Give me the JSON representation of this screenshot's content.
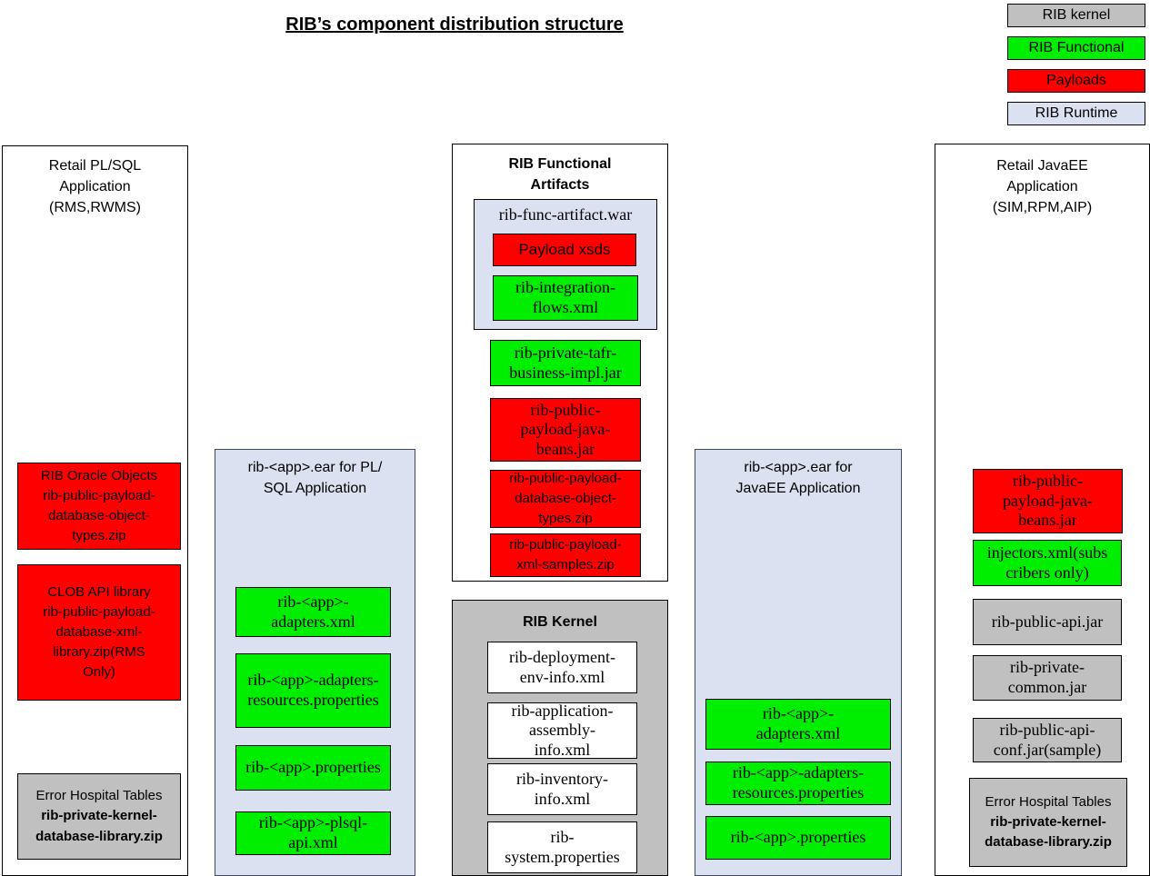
{
  "title": "RIB’s component distribution structure",
  "colors": {
    "kernel": "#c0c0c0",
    "functional": "#00ee00",
    "payloads": "#fe0000",
    "runtime": "#dce1f1",
    "white": "#ffffff"
  },
  "legend": {
    "items": [
      {
        "label": "RIB kernel"
      },
      {
        "label": "RIB Functional"
      },
      {
        "label": "Payloads"
      },
      {
        "label": "RIB Runtime"
      }
    ]
  },
  "plsql_app": {
    "header": "Retail PL/SQL\nApplication\n(RMS,RWMS)",
    "oracle_objects": "RIB Oracle Objects\nrib-public-payload-\ndatabase-object-\ntypes.zip",
    "clob_api": "CLOB API library\nrib-public-payload-\ndatabase-xml-\nlibrary.zip(RMS\nOnly)",
    "error_hospital_title": "Error Hospital Tables",
    "error_hospital_file": "rib-private-kernel-\ndatabase-library.zip"
  },
  "plsql_ear": {
    "header": "rib-<app>.ear for PL/\nSQL Application",
    "items": [
      "rib-<app>-\nadapters.xml",
      "rib-<app>-adapters-\nresources.properties",
      "rib-<app>.properties",
      "rib-<app>-plsql-\napi.xml"
    ]
  },
  "functional_artifacts": {
    "header": "RIB Functional\nArtifacts",
    "war": "rib-func-artifact.war",
    "payload_xsds": "Payload xsds",
    "integration_flows": "rib-integration-\nflows.xml",
    "tafr": "rib-private-tafr-\nbusiness-impl.jar",
    "java_beans": "rib-public-\npayload-java-\nbeans.jar",
    "db_object_types": "rib-public-payload-\ndatabase-object-\ntypes.zip",
    "xml_samples": "rib-public-payload-\nxml-samples.zip"
  },
  "kernel": {
    "header": "RIB Kernel",
    "items": [
      "rib-deployment-\nenv-info.xml",
      "rib-application-\nassembly-\ninfo.xml",
      "rib-inventory-\ninfo.xml",
      "rib-\nsystem.properties"
    ]
  },
  "javaee_ear": {
    "header": "rib-<app>.ear for\nJavaEE Application",
    "items": [
      "rib-<app>-\nadapters.xml",
      "rib-<app>-adapters-\nresources.properties",
      "rib-<app>.properties"
    ]
  },
  "javaee_app": {
    "header": "Retail JavaEE\nApplication\n(SIM,RPM,AIP)",
    "java_beans": "rib-public-\npayload-java-\nbeans.jar",
    "injectors": "injectors.xml(subs\ncribers only)",
    "public_api": "rib-public-api.jar",
    "private_common": "rib-private-\ncommon.jar",
    "api_conf": "rib-public-api-\nconf.jar(sample)",
    "error_hospital_title": "Error Hospital Tables",
    "error_hospital_file": "rib-private-kernel-\ndatabase-library.zip"
  }
}
